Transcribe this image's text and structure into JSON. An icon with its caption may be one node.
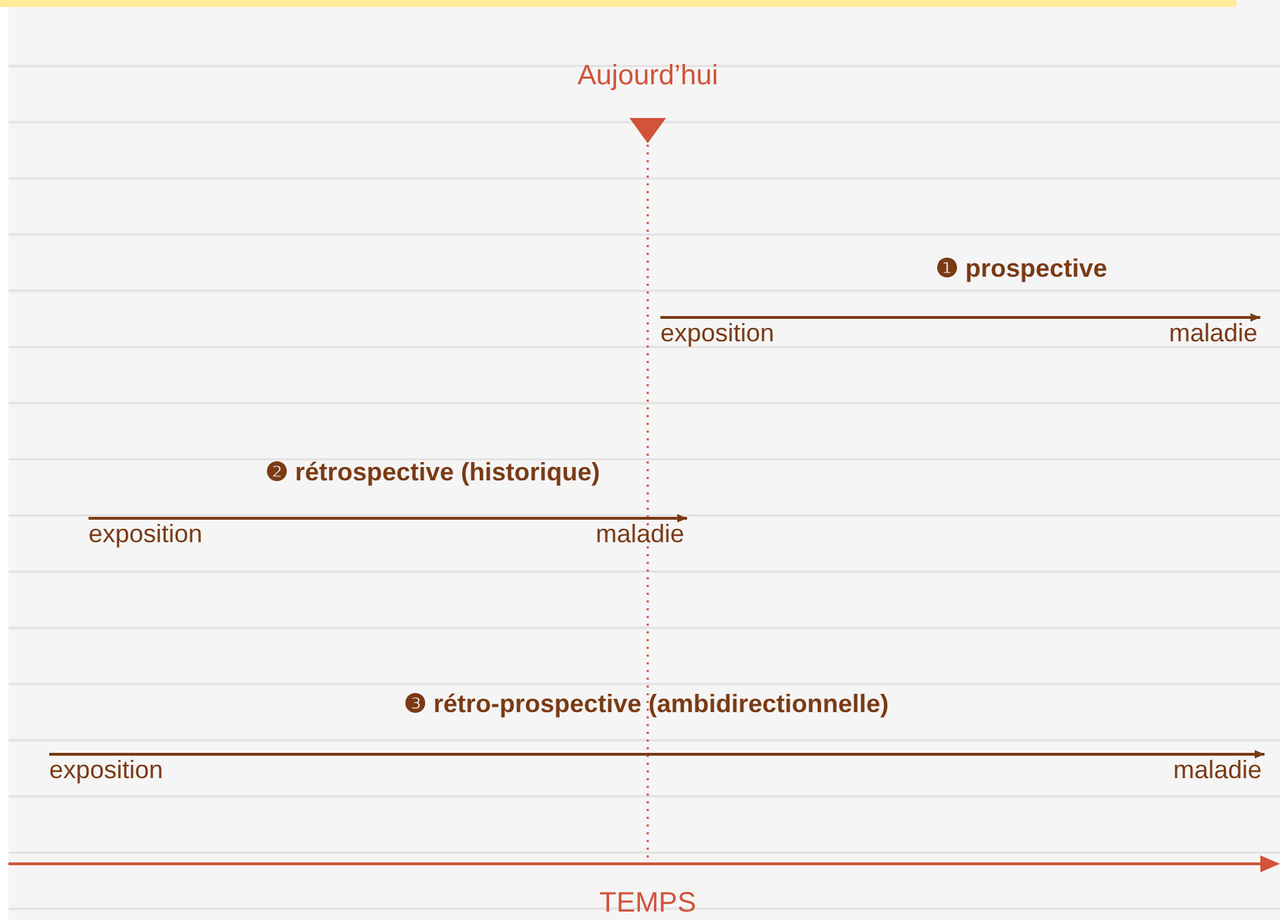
{
  "diagram": {
    "nodes": [
      {
        "text": [
          "exposition"
        ]
      },
      {
        "text": [
          "maladie"
        ]
      },
      {
        "text": [
          "exposition"
        ]
      },
      {
        "text": [
          "maladie"
        ]
      },
      {
        "text": [
          "exposition"
        ]
      },
      {
        "text": [
          "maladie"
        ]
      }
    ],
    "edges": [
      {
        "from": 0,
        "to": 1,
        "arrow": "to",
        "label": "❶ prospective"
      },
      {
        "from": 2,
        "to": 3,
        "arrow": "to",
        "label": "❷ rétrospective (historique)"
      },
      {
        "from": 4,
        "to": 5,
        "arrow": "to",
        "label": "❸ rétro-prospective (ambidirectionnelle)"
      }
    ],
    "labels": [
      "Aujourd’hui",
      "TEMPS"
    ]
  }
}
